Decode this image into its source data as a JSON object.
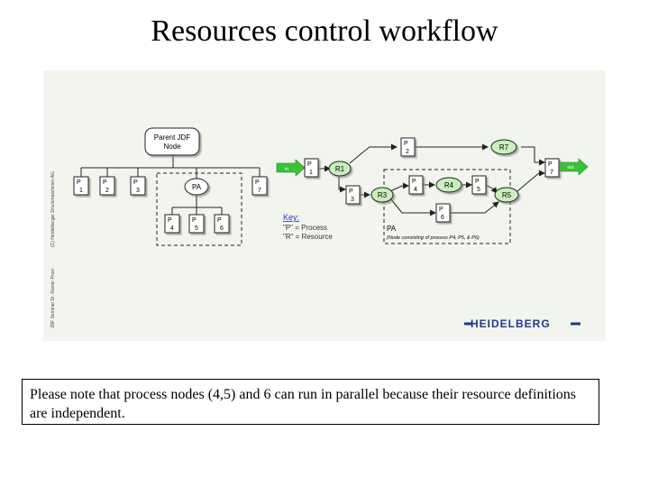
{
  "slide": {
    "title": "Resources control workflow",
    "note": "Please note that process nodes (4,5) and 6 can run in parallel because their resource definitions are independent."
  },
  "figure": {
    "side_caption_1": "(C) Heidelberger Druckmaschinen AG",
    "side_caption_2": "JDF Seminar   Dr. Rainer Prosi",
    "logo_text": "HEIDELBERG",
    "colors": {
      "resource_fill": "#c9efbd",
      "arrow_fill": "#3ac23a",
      "node_fill": "#ffffff",
      "line": "#222222",
      "key_title": "#2a3fa0",
      "logo": "#1f3a8a"
    },
    "tree": {
      "root": {
        "line1": "Parent JDF",
        "line2": "Node"
      },
      "processes": [
        {
          "letter": "P",
          "num": "1"
        },
        {
          "letter": "P",
          "num": "2"
        },
        {
          "letter": "P",
          "num": "3"
        },
        {
          "letter": "P",
          "num": "7"
        }
      ],
      "pa": {
        "label": "PA"
      },
      "pa_children": [
        {
          "letter": "P",
          "num": "4"
        },
        {
          "letter": "P",
          "num": "5"
        },
        {
          "letter": "P",
          "num": "6"
        }
      ]
    },
    "key": {
      "title": "Key:",
      "line1": "\"P\" = Process",
      "line2": "\"R\" = Resource"
    },
    "flow": {
      "input_label": "in",
      "output_label": "out",
      "processes": {
        "p1": {
          "letter": "P",
          "num": "1"
        },
        "p2": {
          "letter": "P",
          "num": "2"
        },
        "p3": {
          "letter": "P",
          "num": "3"
        },
        "p4": {
          "letter": "P",
          "num": "4"
        },
        "p5": {
          "letter": "P",
          "num": "5"
        },
        "p6": {
          "letter": "P",
          "num": "6"
        },
        "p7": {
          "letter": "P",
          "num": "7"
        }
      },
      "resources": {
        "r1": "R1",
        "r3": "R3",
        "r4": "R4",
        "r5": "R5",
        "r7": "R7"
      },
      "pa_label": "PA",
      "pa_caption": "(Node consisting of process P4, P5, & P6)"
    }
  }
}
